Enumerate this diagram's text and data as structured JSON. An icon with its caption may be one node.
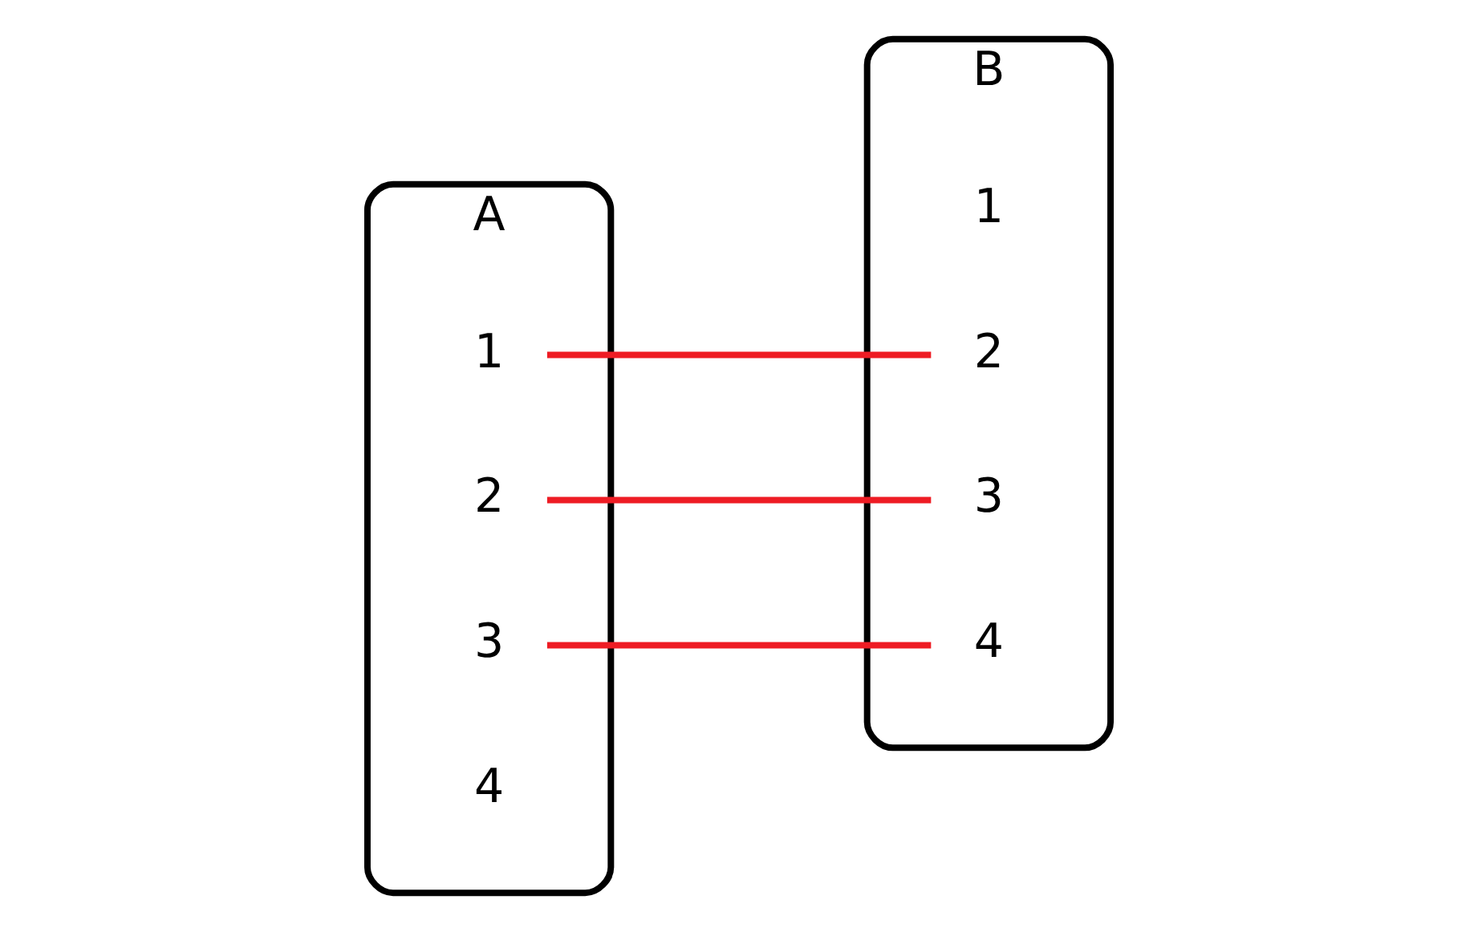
{
  "diagram": {
    "nodes": [
      {
        "text": [
          "A"
        ]
      },
      {
        "text": [
          "1"
        ],
        "in": 0
      },
      {
        "text": [
          "2"
        ],
        "in": 0
      },
      {
        "text": [
          "3"
        ],
        "in": 0
      },
      {
        "text": [
          "4"
        ],
        "in": 0
      },
      {
        "text": [
          "B"
        ]
      },
      {
        "text": [
          "1"
        ],
        "in": 5
      },
      {
        "text": [
          "2"
        ],
        "in": 5
      },
      {
        "text": [
          "3"
        ],
        "in": 5
      },
      {
        "text": [
          "4"
        ],
        "in": 5
      }
    ],
    "edges": [
      {
        "from": 1,
        "to": 7,
        "arrow": "none"
      },
      {
        "from": 2,
        "to": 8,
        "arrow": "none"
      },
      {
        "from": 3,
        "to": 9,
        "arrow": "none"
      }
    ]
  }
}
